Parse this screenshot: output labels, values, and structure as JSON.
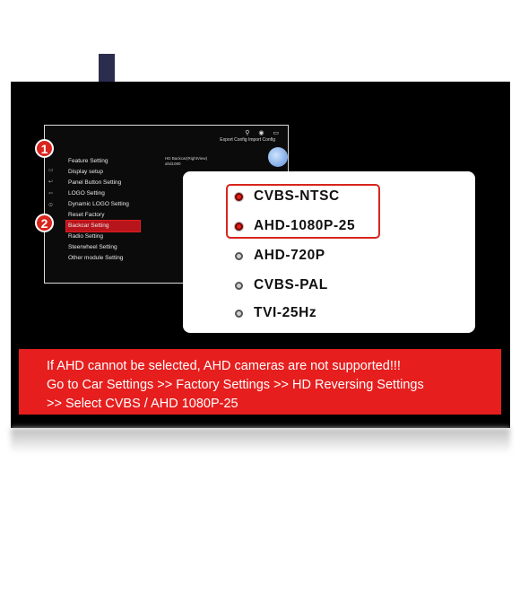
{
  "steps": {
    "one": "1",
    "two": "2"
  },
  "screen": {
    "status_config": "Export Config  Import Config",
    "menu": [
      "Feature Setting",
      "Display setup",
      "Panel Button Setting",
      "LOGO Setting",
      "Dynamic LOGO Setting",
      "Reset Factory",
      "Backcar Setting",
      "Radio Setting",
      "Steerwheel Setting",
      "Other module Setting"
    ],
    "hd_info_line1": "HD Backcar(RightView)",
    "hd_info_line2": "ahd1080"
  },
  "options": [
    {
      "label": "CVBS-NTSC",
      "selected": true
    },
    {
      "label": "AHD-1080P-25",
      "selected": true
    },
    {
      "label": "AHD-720P",
      "selected": false
    },
    {
      "label": "CVBS-PAL",
      "selected": false
    },
    {
      "label": "TVI-25Hz",
      "selected": false
    }
  ],
  "banner": {
    "line1": "If AHD cannot be selected, AHD cameras are not supported!!!",
    "line2": "Go to Car Settings >> Factory Settings >> HD Reversing Settings",
    "line3": ">> Select CVBS / AHD 1080P-25"
  },
  "colors": {
    "accent": "#d9251d",
    "logo_dark": "#2b2d4e",
    "panel": "#000000"
  }
}
